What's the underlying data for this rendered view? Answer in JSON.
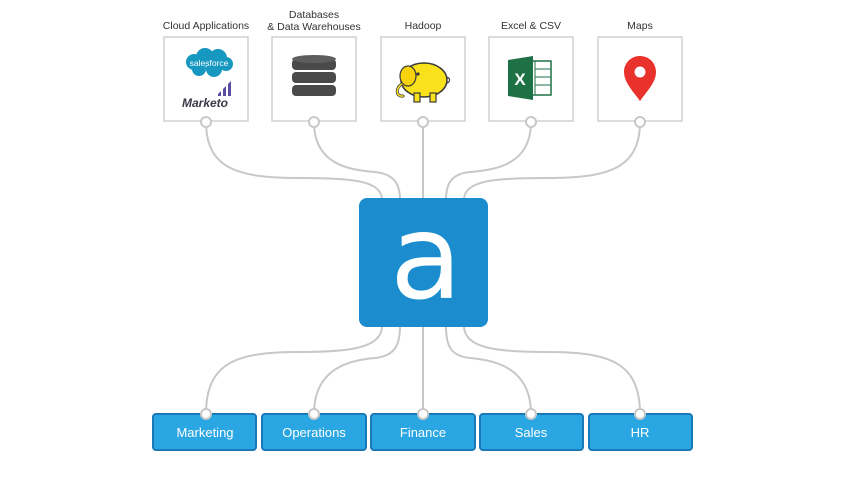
{
  "sources": [
    {
      "label_lines": [
        "Cloud Applications"
      ],
      "icon": "salesforce-marketo-logos",
      "logos": [
        "salesforce",
        "Marketo"
      ]
    },
    {
      "label_lines": [
        "Databases",
        "& Data Warehouses"
      ],
      "icon": "database-icon"
    },
    {
      "label_lines": [
        "Hadoop"
      ],
      "icon": "hadoop-elephant-icon"
    },
    {
      "label_lines": [
        "Excel & CSV"
      ],
      "icon": "excel-icon",
      "icon_letter": "X"
    },
    {
      "label_lines": [
        "Maps"
      ],
      "icon": "map-pin-icon"
    }
  ],
  "hub": {
    "letter": "a",
    "icon": "alteryx-logo",
    "color": "#1B8DCF"
  },
  "destinations": [
    {
      "label": "Marketing"
    },
    {
      "label": "Operations"
    },
    {
      "label": "Finance"
    },
    {
      "label": "Sales"
    },
    {
      "label": "HR"
    }
  ],
  "colors": {
    "connector": "#c8c8c8",
    "card_border": "#d0d0d0",
    "hub": "#1B8DCF",
    "destination_fill": "#2AA6E3",
    "destination_border": "#1A7AB8",
    "salesforce": "#1798C1",
    "marketo": "#5C4C9F",
    "excel": "#1E7145",
    "map_pin": "#E8322B",
    "hadoop": "#F9E21B"
  }
}
